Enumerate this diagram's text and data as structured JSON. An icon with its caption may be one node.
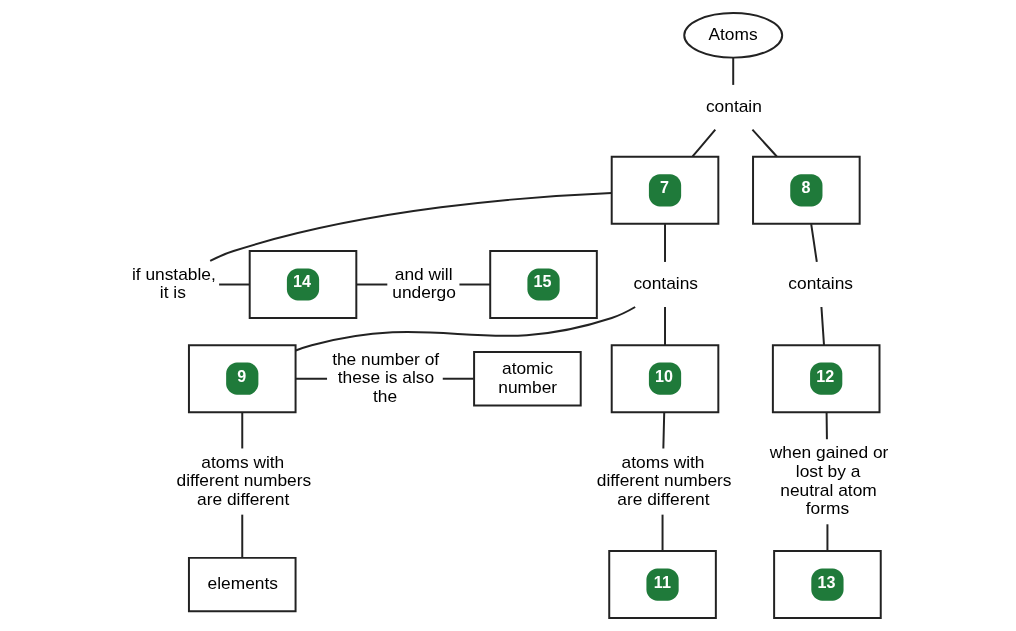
{
  "diagram": {
    "nodes": [
      {
        "text": [
          "Atoms"
        ]
      },
      {
        "text": [
          "15"
        ]
      },
      {
        "text": [
          "and will undergo"
        ]
      },
      {
        "text": [
          "14"
        ]
      },
      {
        "text": [
          "if unstable, it is"
        ]
      },
      {
        "text": [
          "contain"
        ]
      },
      {
        "text": [
          "7"
        ]
      },
      {
        "text": [
          "8"
        ]
      },
      {
        "text": [
          "atomic number"
        ]
      },
      {
        "text": [
          "the number of these is also the"
        ]
      },
      {
        "text": [
          "contains"
        ]
      },
      {
        "text": [
          "9"
        ]
      },
      {
        "text": [
          "10"
        ]
      },
      {
        "text": [
          "contains"
        ]
      },
      {
        "text": [
          "12"
        ]
      },
      {
        "text": [
          "atoms with different numbers are different"
        ]
      },
      {
        "text": [
          "atoms with different numbers are different"
        ]
      },
      {
        "text": [
          "when gained or lost by a neutral atom forms"
        ]
      },
      {
        "text": [
          "elements"
        ]
      },
      {
        "text": [
          "11"
        ]
      },
      {
        "text": [
          "13"
        ]
      }
    ],
    "edges": [
      {
        "from": 0,
        "to": 5,
        "arrow": "none"
      },
      {
        "from": 5,
        "to": 6,
        "arrow": "none"
      },
      {
        "from": 5,
        "to": 7,
        "arrow": "none"
      },
      {
        "from": 6,
        "to": 4,
        "arrow": "none"
      },
      {
        "from": 4,
        "to": 3,
        "arrow": "none"
      },
      {
        "from": 3,
        "to": 2,
        "arrow": "none"
      },
      {
        "from": 2,
        "to": 1,
        "arrow": "none"
      },
      {
        "from": 6,
        "to": 10,
        "arrow": "none"
      },
      {
        "from": 10,
        "to": 11,
        "arrow": "none"
      },
      {
        "from": 10,
        "to": 12,
        "arrow": "none"
      },
      {
        "from": 7,
        "to": 13,
        "arrow": "none"
      },
      {
        "from": 13,
        "to": 14,
        "arrow": "none"
      },
      {
        "from": 11,
        "to": 9,
        "arrow": "none"
      },
      {
        "from": 9,
        "to": 8,
        "arrow": "none"
      },
      {
        "from": 11,
        "to": 15,
        "arrow": "none"
      },
      {
        "from": 15,
        "to": 18,
        "arrow": "none"
      },
      {
        "from": 12,
        "to": 16,
        "arrow": "none"
      },
      {
        "from": 16,
        "to": 19,
        "arrow": "none"
      },
      {
        "from": 14,
        "to": 17,
        "arrow": "none"
      },
      {
        "from": 17,
        "to": 20,
        "arrow": "none"
      }
    ]
  }
}
